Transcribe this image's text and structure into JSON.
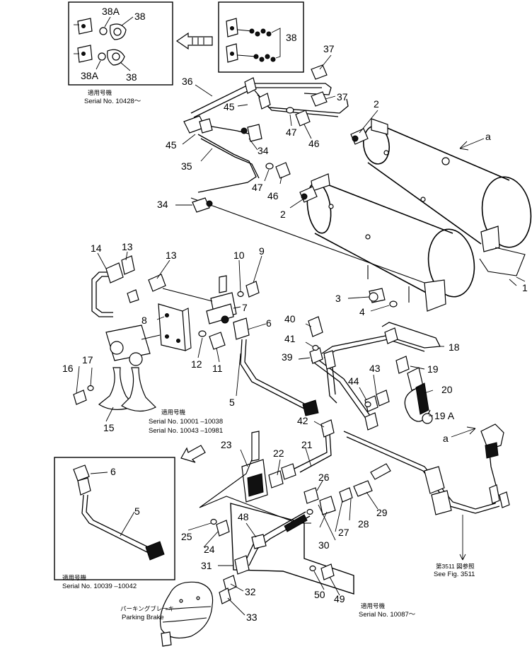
{
  "labels": {
    "p1": "1",
    "p2a": "2",
    "p2b": "2",
    "p3": "3",
    "p4": "4",
    "p5": "5",
    "p5b": "5",
    "p6": "6",
    "p6b": "6",
    "p7": "7",
    "p8": "8",
    "p9": "9",
    "p10": "10",
    "p11": "11",
    "p12": "12",
    "p13a": "13",
    "p13b": "13",
    "p14": "14",
    "p15": "15",
    "p16": "16",
    "p17": "17",
    "p18": "18",
    "p19": "19",
    "p19a": "19 A",
    "p20": "20",
    "p21": "21",
    "p22": "22",
    "p23": "23",
    "p24": "24",
    "p25": "25",
    "p26": "26",
    "p27": "27",
    "p28": "28",
    "p29": "29",
    "p30": "30",
    "p31": "31",
    "p32": "32",
    "p33": "33",
    "p34a": "34",
    "p34b": "34",
    "p35": "35",
    "p36": "36",
    "p37a": "37",
    "p37b": "37",
    "p38a": "38",
    "p38b": "38",
    "p38c": "38",
    "p38A1": "38A",
    "p38A2": "38A",
    "p39": "39",
    "p40": "40",
    "p41": "41",
    "p42": "42",
    "p43": "43",
    "p44": "44",
    "p45a": "45",
    "p45b": "45",
    "p46a": "46",
    "p46b": "46",
    "p47a": "47",
    "p47b": "47",
    "p48": "48",
    "p49": "49",
    "p50": "50",
    "pa1": "a",
    "pa2": "a"
  },
  "notes": {
    "n1_jp": "適用号機",
    "n1_serial": "Serial No. 10428～",
    "n2_jp": "適用号機",
    "n2_serial1": "Serial No. 10001 –10038",
    "n2_serial2": "Serial No. 10043 –10981",
    "n3_jp": "適用号機",
    "n3_serial": "Serial No. 10039 –10042",
    "n4_jp": "適用号機",
    "n4_serial": "Serial No. 10087～",
    "see_jp": "第3511 図参照",
    "see_en": "See Fig. 3511",
    "pb_jp": "パーキングブレーキ",
    "pb_en": "Parking Brake"
  }
}
